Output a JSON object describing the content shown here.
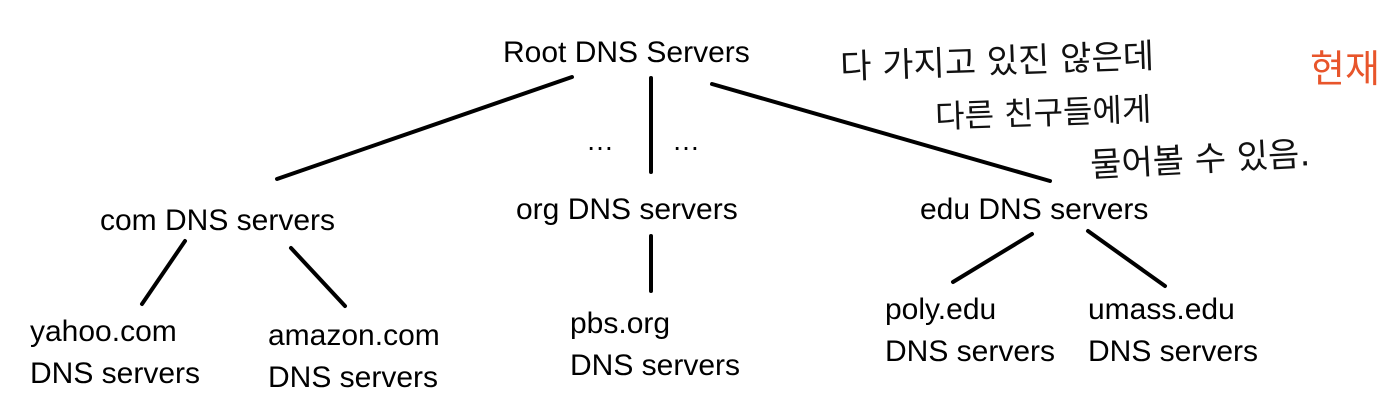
{
  "diagram": {
    "root": "Root DNS Servers",
    "ellipsis_left": "…",
    "ellipsis_right": "…",
    "tld": {
      "com": "com DNS servers",
      "org": "org DNS servers",
      "edu": "edu DNS servers"
    },
    "authoritative": {
      "yahoo": {
        "line1": "yahoo.com",
        "line2": "DNS servers"
      },
      "amazon": {
        "line1": "amazon.com",
        "line2": "DNS servers"
      },
      "pbs": {
        "line1": "pbs.org",
        "line2": "DNS servers"
      },
      "poly": {
        "line1": "poly.edu",
        "line2": "DNS servers"
      },
      "umass": {
        "line1": "umass.edu",
        "line2": "DNS servers"
      }
    }
  },
  "annotations": {
    "note_line1": "다 가지고 있진 않은데",
    "note_line2": "다른 친구들에게",
    "note_line3": "물어볼 수 있음.",
    "current": "현재",
    "note_color": "#111111",
    "current_color": "#E8552B"
  }
}
